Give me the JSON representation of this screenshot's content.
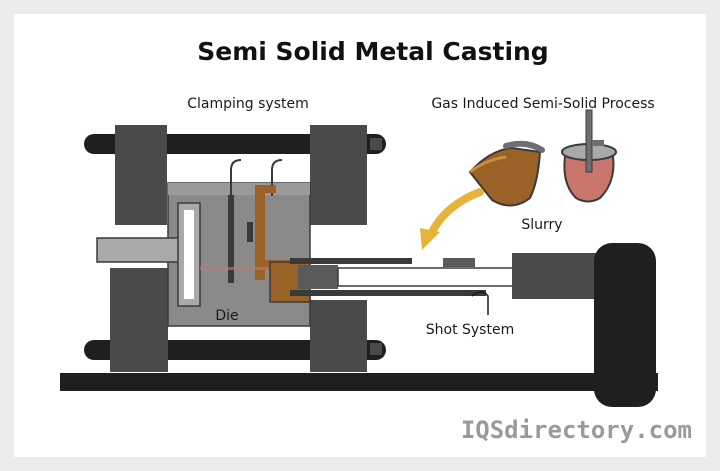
{
  "title": "Semi Solid Metal Casting",
  "labels": {
    "clamping": "Clamping system",
    "gas_process": "Gas Induced Semi-Solid Process",
    "slurry": "Slurry",
    "die": "Die",
    "shot_system": "Shot System"
  },
  "watermark": "IQSdirectory.com",
  "colors": {
    "dark_gray": "#4a4a4a",
    "mid_gray": "#878787",
    "light_gray": "#a9a9a9",
    "black": "#1f1f1f",
    "bronze": "#9a6226",
    "gold": "#e7b33b",
    "crucible_red": "#c9766c"
  }
}
